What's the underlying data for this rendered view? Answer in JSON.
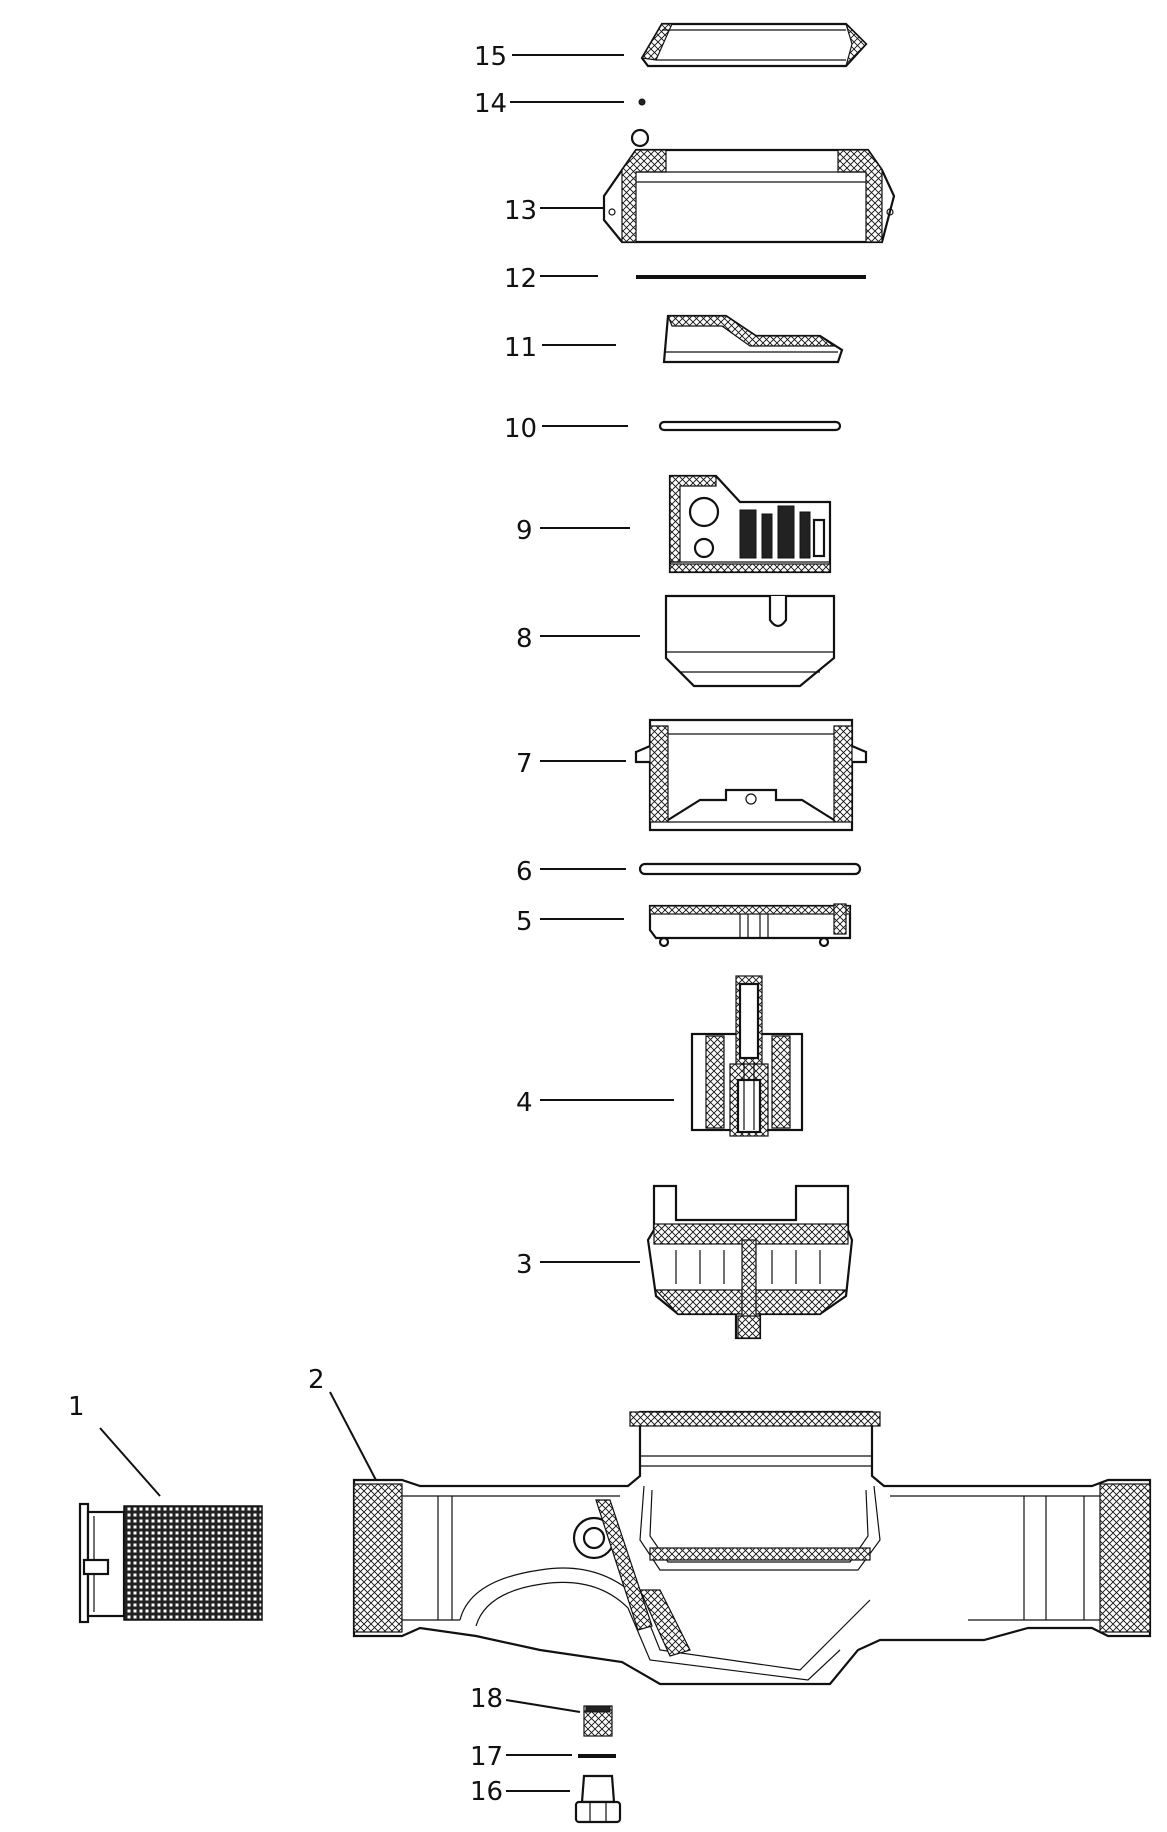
{
  "callouts": [
    {
      "id": "15",
      "text": "15"
    },
    {
      "id": "14",
      "text": "14"
    },
    {
      "id": "13",
      "text": "13"
    },
    {
      "id": "12",
      "text": "12"
    },
    {
      "id": "11",
      "text": "11"
    },
    {
      "id": "10",
      "text": "10"
    },
    {
      "id": "9",
      "text": "9"
    },
    {
      "id": "8",
      "text": "8"
    },
    {
      "id": "7",
      "text": "7"
    },
    {
      "id": "6",
      "text": "6"
    },
    {
      "id": "5",
      "text": "5"
    },
    {
      "id": "4",
      "text": "4"
    },
    {
      "id": "3",
      "text": "3"
    },
    {
      "id": "2",
      "text": "2"
    },
    {
      "id": "1",
      "text": "1"
    },
    {
      "id": "18",
      "text": "18"
    },
    {
      "id": "17",
      "text": "17"
    },
    {
      "id": "16",
      "text": "16"
    }
  ]
}
